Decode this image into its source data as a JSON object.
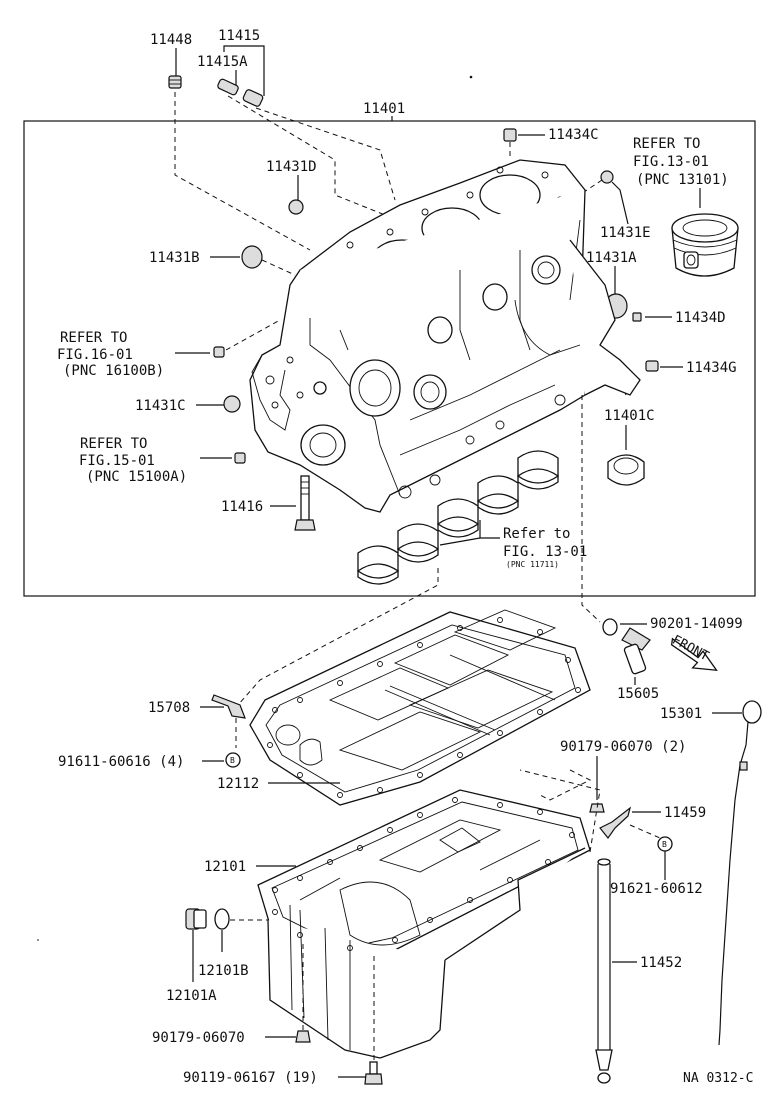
{
  "diagram": {
    "labels": {
      "p11448": "11448",
      "p11415": "11415",
      "p11415a": "11415A",
      "p11401": "11401",
      "p11434c": "11434C",
      "refer_fig13_piston_1": "REFER TO",
      "refer_fig13_piston_2": "FIG.13-01",
      "refer_fig13_piston_3": "(PNC 13101)",
      "p11431d": "11431D",
      "p11431b": "11431B",
      "p11431e": "11431E",
      "p11431a": "11431A",
      "p11434d": "11434D",
      "refer_fig16_1": "REFER TO",
      "refer_fig16_2": "FIG.16-01",
      "refer_fig16_3": "(PNC 16100B)",
      "p11434g": "11434G",
      "p11431c": "11431C",
      "p11401c": "11401C",
      "refer_fig15_1": "REFER TO",
      "refer_fig15_2": "FIG.15-01",
      "refer_fig15_3": "(PNC 15100A)",
      "p11416": "11416",
      "refer_bearing_1": "Refer to",
      "refer_bearing_2": "FIG. 13-01",
      "refer_bearing_3": "(PNC 11711)",
      "p90201": "90201-14099",
      "front": "FRONT",
      "p15605": "15605",
      "p15708": "15708",
      "p15301": "15301",
      "p91611": "91611-60616 (4)",
      "p12112": "12112",
      "p90179_2": "90179-06070 (2)",
      "p11459": "11459",
      "p12101": "12101",
      "p91621": "91621-60612",
      "p12101b": "12101B",
      "p12101a": "12101A",
      "p11452": "11452",
      "p90179_1": "90179-06070",
      "p90119": "90119-06167 (19)",
      "figure_code": "NA 0312-C"
    }
  }
}
